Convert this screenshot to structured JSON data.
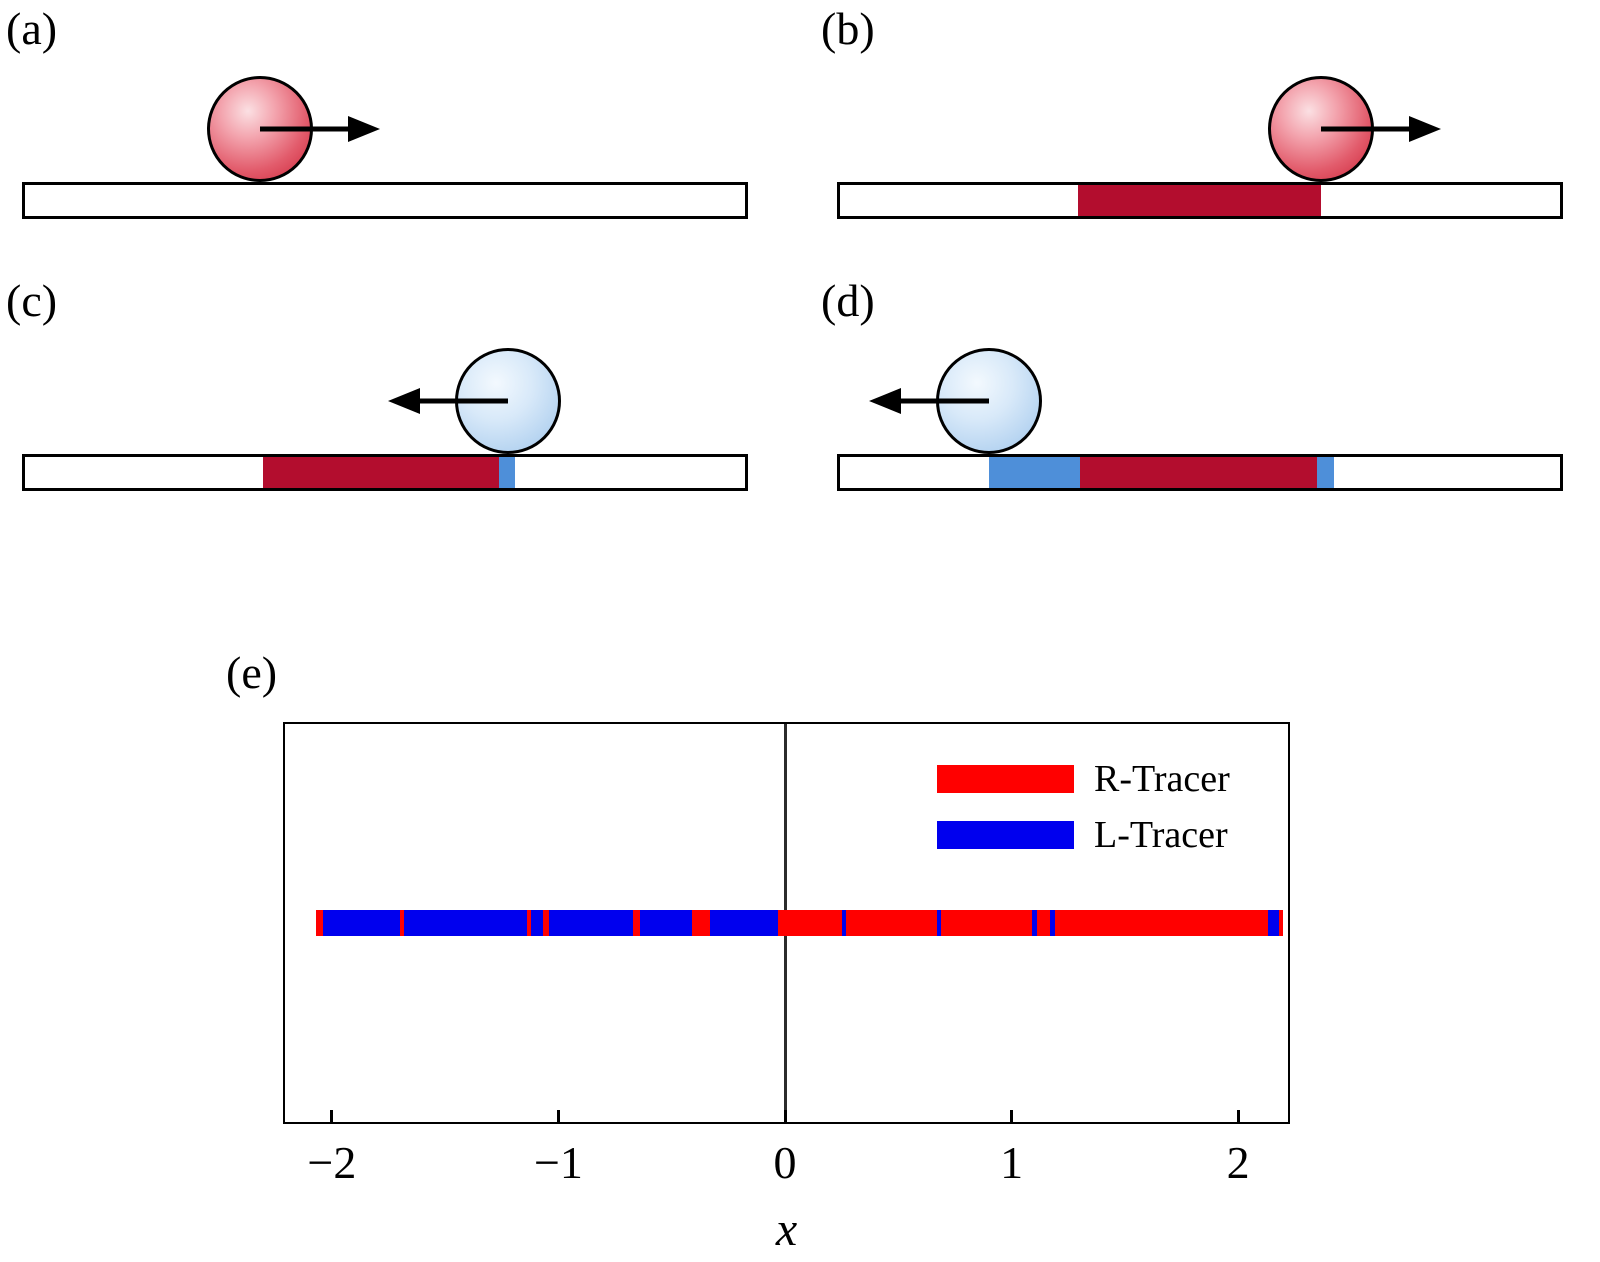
{
  "figure": {
    "panels": [
      {
        "label": "(a)",
        "ball": "red",
        "direction": "right",
        "ball_center": 0.328,
        "segments": []
      },
      {
        "label": "(b)",
        "ball": "red",
        "direction": "right",
        "ball_center": 0.666,
        "segments": [
          {
            "color": "dark_red",
            "from": 0.331,
            "to": 0.668
          }
        ]
      },
      {
        "label": "(c)",
        "ball": "blue",
        "direction": "left",
        "ball_center": 0.669,
        "segments": [
          {
            "color": "dark_red",
            "from": 0.33,
            "to": 0.658
          },
          {
            "color": "segment_blue",
            "from": 0.658,
            "to": 0.681
          }
        ]
      },
      {
        "label": "(d)",
        "ball": "blue",
        "direction": "left",
        "ball_center": 0.21,
        "segments": [
          {
            "color": "segment_blue",
            "from": 0.207,
            "to": 0.334
          },
          {
            "color": "dark_red",
            "from": 0.334,
            "to": 0.663
          },
          {
            "color": "segment_blue",
            "from": 0.663,
            "to": 0.686
          }
        ]
      }
    ],
    "colors": {
      "dark_red": "#b30d2e",
      "segment_blue": "#4e8fd9",
      "ball_red": "#cd2438",
      "ball_blue": "#9ec4ea",
      "arrow": "#000000"
    }
  },
  "chart_data": {
    "type": "heatmap",
    "title": "",
    "panel_label": "(e)",
    "xlabel": "x",
    "ylabel": "",
    "xlim": [
      -2.207,
      2.22
    ],
    "xticks": [
      -2,
      -1,
      0,
      1,
      2
    ],
    "zero_line_x": 0,
    "bar_extent": [
      -2.07,
      2.2
    ],
    "legend_position": "top-right",
    "legend": [
      {
        "label": "R-Tracer",
        "color": "#ff0000"
      },
      {
        "label": "L-Tracer",
        "color": "#0000ee"
      }
    ],
    "segments": [
      {
        "tracer": "R",
        "from": -2.07,
        "to": -2.04
      },
      {
        "tracer": "L",
        "from": -2.04,
        "to": -1.7
      },
      {
        "tracer": "R",
        "from": -1.7,
        "to": -1.68
      },
      {
        "tracer": "L",
        "from": -1.68,
        "to": -1.14
      },
      {
        "tracer": "R",
        "from": -1.14,
        "to": -1.12
      },
      {
        "tracer": "L",
        "from": -1.12,
        "to": -1.07
      },
      {
        "tracer": "R",
        "from": -1.07,
        "to": -1.04
      },
      {
        "tracer": "L",
        "from": -1.04,
        "to": -0.67
      },
      {
        "tracer": "R",
        "from": -0.67,
        "to": -0.64
      },
      {
        "tracer": "L",
        "from": -0.64,
        "to": -0.41
      },
      {
        "tracer": "R",
        "from": -0.41,
        "to": -0.33
      },
      {
        "tracer": "L",
        "from": -0.33,
        "to": -0.03
      },
      {
        "tracer": "R",
        "from": -0.03,
        "to": 0.25
      },
      {
        "tracer": "L",
        "from": 0.25,
        "to": 0.27
      },
      {
        "tracer": "R",
        "from": 0.27,
        "to": 0.67
      },
      {
        "tracer": "L",
        "from": 0.67,
        "to": 0.69
      },
      {
        "tracer": "R",
        "from": 0.69,
        "to": 1.09
      },
      {
        "tracer": "L",
        "from": 1.09,
        "to": 1.11
      },
      {
        "tracer": "R",
        "from": 1.11,
        "to": 1.17
      },
      {
        "tracer": "L",
        "from": 1.17,
        "to": 1.19
      },
      {
        "tracer": "R",
        "from": 1.19,
        "to": 2.13
      },
      {
        "tracer": "L",
        "from": 2.13,
        "to": 2.18
      },
      {
        "tracer": "R",
        "from": 2.18,
        "to": 2.2
      }
    ]
  }
}
